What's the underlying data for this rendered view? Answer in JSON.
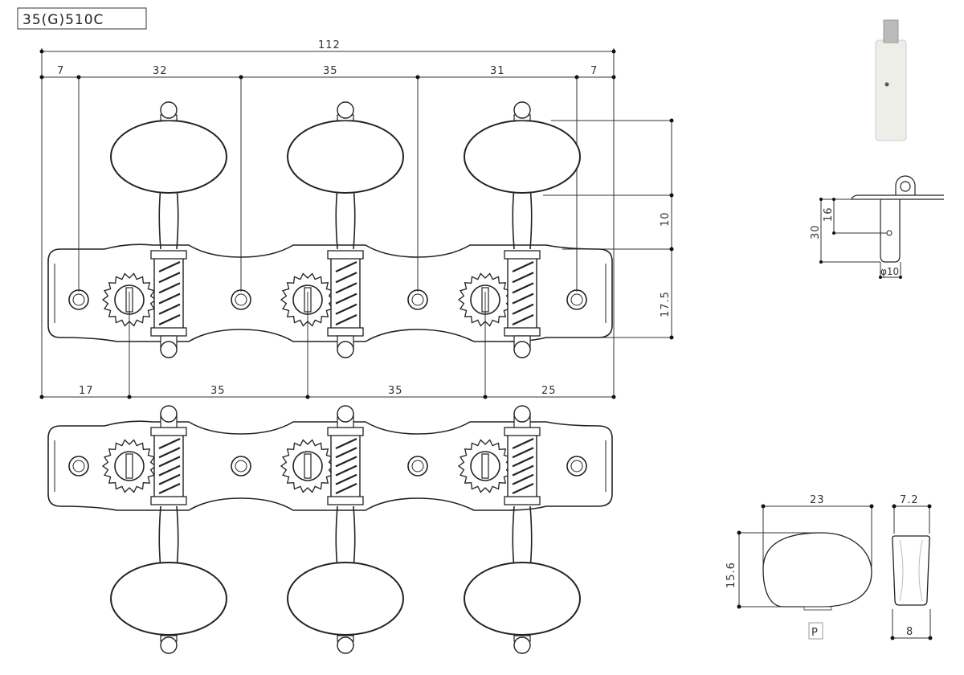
{
  "title": "35(G)510C",
  "top_dimensions": {
    "overall": "112",
    "segments": [
      "7",
      "32",
      "35",
      "31",
      "7"
    ],
    "bottom_segments": [
      "17",
      "35",
      "35",
      "25"
    ],
    "right_vertical": [
      "10",
      "17.5"
    ]
  },
  "post_detail": {
    "height": "30",
    "hole_height": "16",
    "diameter": "φ10"
  },
  "knob_detail": {
    "width": "23",
    "height": "15.6",
    "thickness_top": "7.2",
    "thickness_bottom": "8",
    "material_code": "P"
  }
}
